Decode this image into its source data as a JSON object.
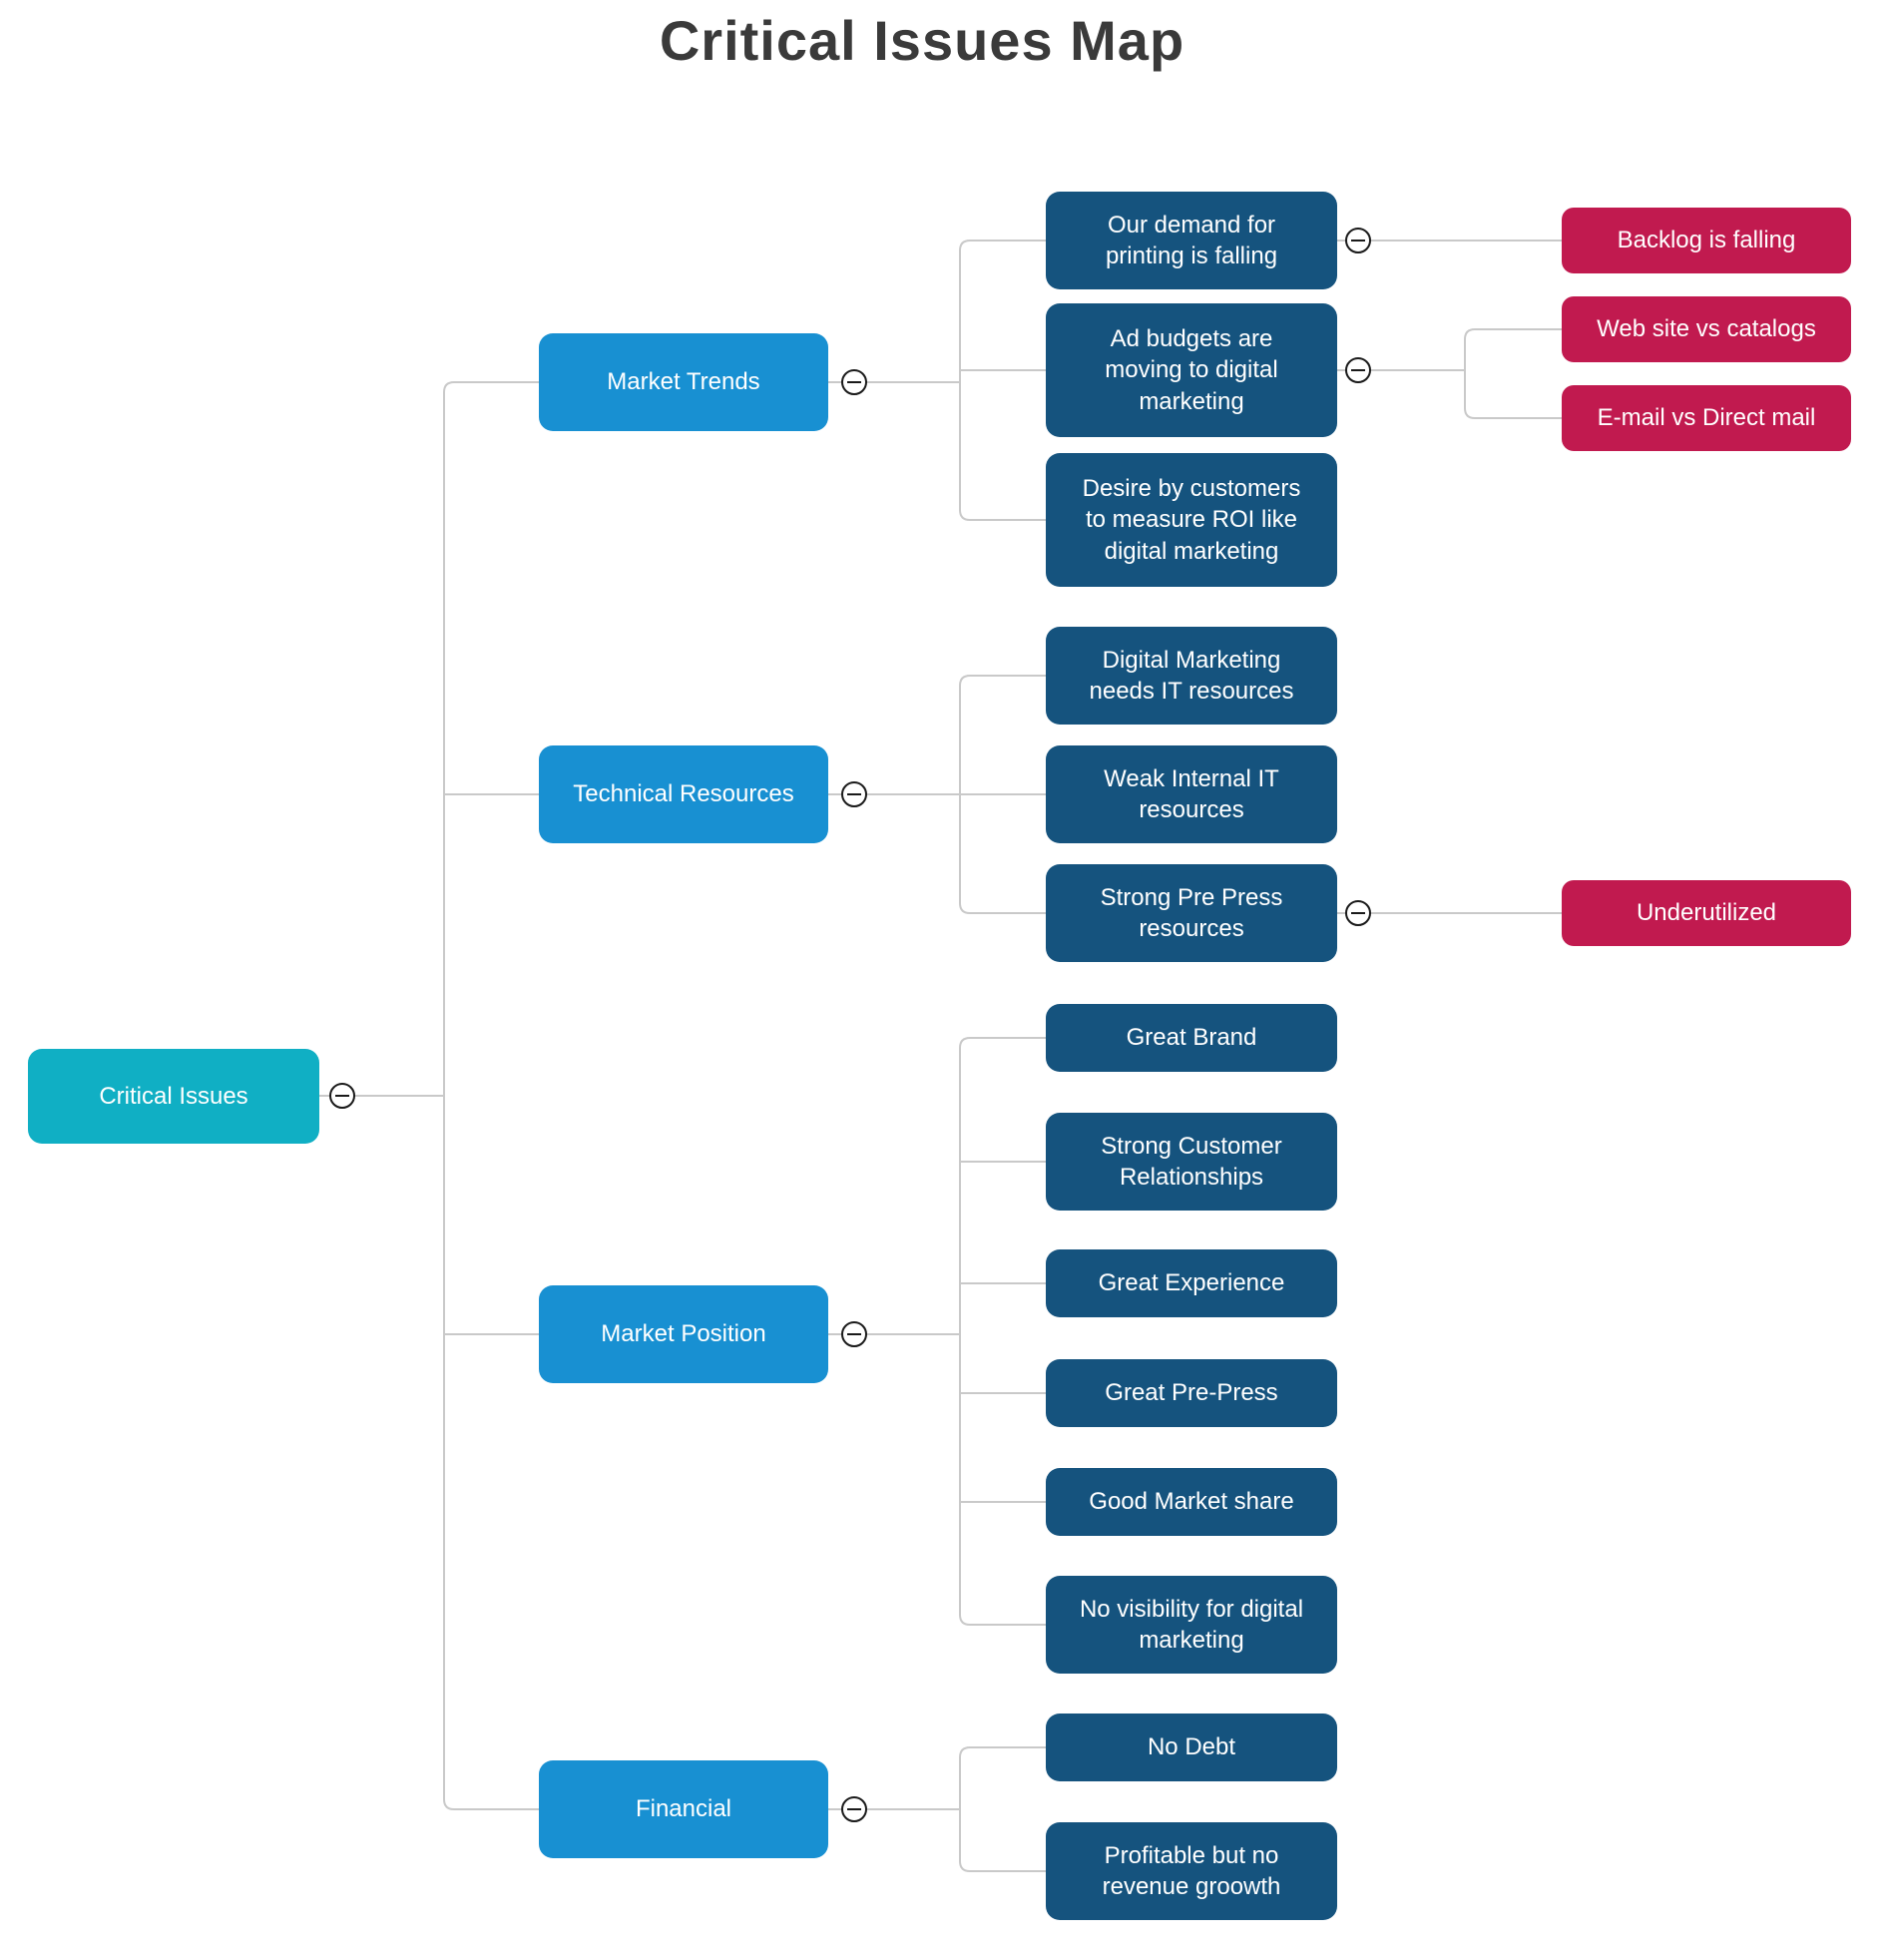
{
  "title": "Critical Issues Map",
  "root": {
    "label": "Critical Issues"
  },
  "branches": [
    {
      "label": "Market Trends",
      "children": [
        {
          "label": "Our demand for printing is falling",
          "children": [
            {
              "label": "Backlog is falling"
            }
          ]
        },
        {
          "label": "Ad budgets are moving to digital marketing",
          "children": [
            {
              "label": "Web site vs catalogs"
            },
            {
              "label": "E-mail vs Direct mail"
            }
          ]
        },
        {
          "label": "Desire by customers to measure ROI like digital marketing",
          "children": []
        }
      ]
    },
    {
      "label": "Technical Resources",
      "children": [
        {
          "label": "Digital Marketing needs IT resources",
          "children": []
        },
        {
          "label": "Weak Internal IT resources",
          "children": []
        },
        {
          "label": "Strong Pre Press resources",
          "children": [
            {
              "label": "Underutilized"
            }
          ]
        }
      ]
    },
    {
      "label": "Market Position",
      "children": [
        {
          "label": "Great Brand",
          "children": []
        },
        {
          "label": "Strong Customer Relationships",
          "children": []
        },
        {
          "label": "Great Experience",
          "children": []
        },
        {
          "label": "Great Pre-Press",
          "children": []
        },
        {
          "label": "Good Market share",
          "children": []
        },
        {
          "label": "No visibility for digital marketing",
          "children": []
        }
      ]
    },
    {
      "label": "Financial",
      "children": [
        {
          "label": "No Debt",
          "children": []
        },
        {
          "label": "Profitable but no revenue groowth",
          "children": []
        }
      ]
    }
  ],
  "icons": {
    "collapse": "minus-circle"
  },
  "colors": {
    "root": "#10afc4",
    "branch": "#1890d2",
    "leaf": "#15537e",
    "highlight": "#c11a4f",
    "connector": "#c9c9c9",
    "title": "#3a3a3a"
  }
}
